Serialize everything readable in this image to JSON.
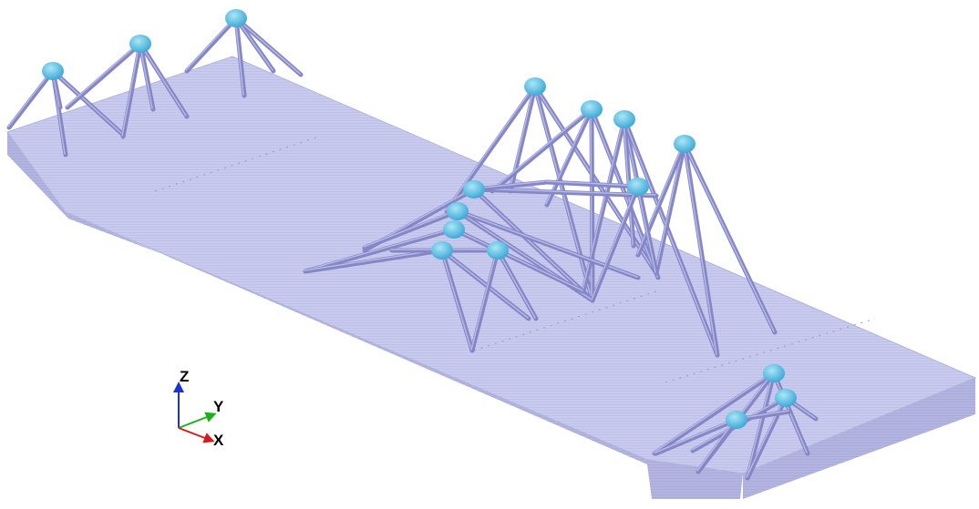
{
  "viewport": {
    "background": "#ffffff",
    "platform_top_color": "#c6c8ec",
    "platform_side_color": "#a9abd8",
    "platform_front_color": "#b7b9e2",
    "strut_color": "#8486c6",
    "node_color": "#5bbde4",
    "node_highlight": "#a9e6f7"
  },
  "axis_triad": {
    "z_label": "Z",
    "y_label": "Y",
    "x_label": "X",
    "z_color": "#1a33d6",
    "y_color": "#17b317",
    "x_color": "#d61a1a"
  }
}
